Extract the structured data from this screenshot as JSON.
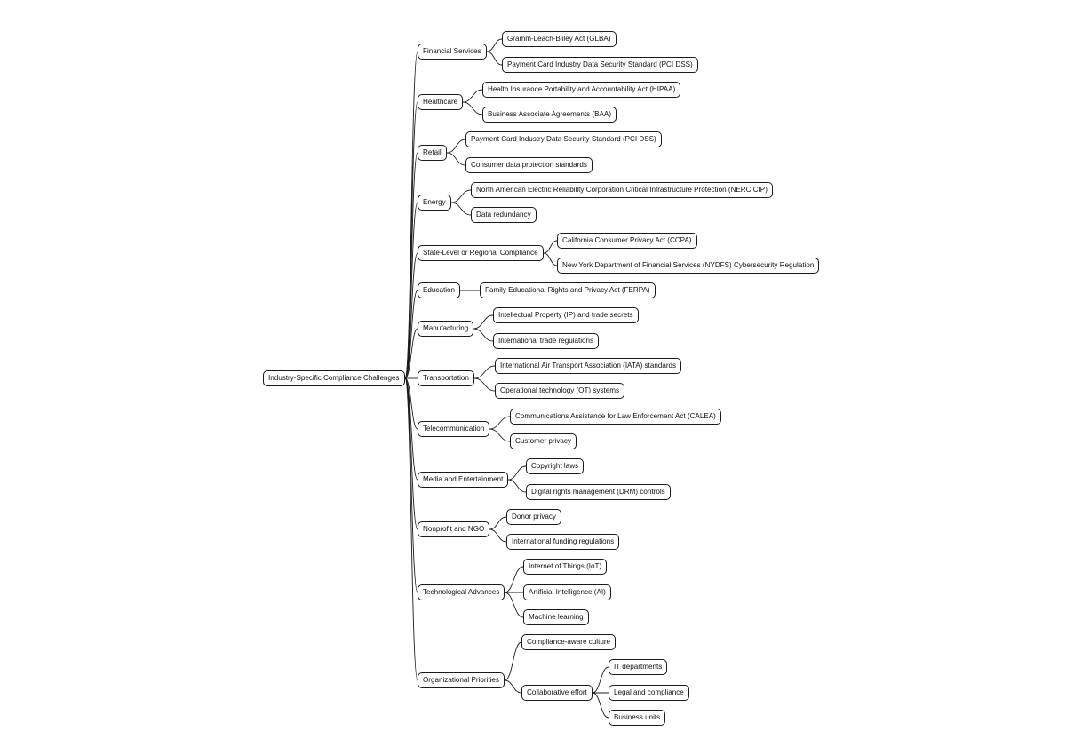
{
  "mindmap": {
    "root": {
      "label": "Industry-Specific Compliance Challenges",
      "children": [
        {
          "label": "Financial Services",
          "children": [
            {
              "label": "Gramm-Leach-Bliley Act (GLBA)"
            },
            {
              "label": "Payment Card Industry Data Security Standard (PCI DSS)"
            }
          ]
        },
        {
          "label": "Healthcare",
          "children": [
            {
              "label": "Health Insurance Portability and Accountability Act (HIPAA)"
            },
            {
              "label": "Business Associate Agreements (BAA)"
            }
          ]
        },
        {
          "label": "Retail",
          "children": [
            {
              "label": "Payment Card Industry Data Security Standard (PCI DSS)"
            },
            {
              "label": "Consumer data protection standards"
            }
          ]
        },
        {
          "label": "Energy",
          "children": [
            {
              "label": "North American Electric Reliability Corporation Critical Infrastructure Protection (NERC CIP)"
            },
            {
              "label": "Data redundancy"
            }
          ]
        },
        {
          "label": "State-Level or Regional Compliance",
          "children": [
            {
              "label": "California Consumer Privacy Act (CCPA)"
            },
            {
              "label": "New York Department of Financial Services (NYDFS) Cybersecurity Regulation"
            }
          ]
        },
        {
          "label": "Education",
          "children": [
            {
              "label": "Family Educational Rights and Privacy Act (FERPA)"
            }
          ]
        },
        {
          "label": "Manufacturing",
          "children": [
            {
              "label": "Intellectual Property (IP) and trade secrets"
            },
            {
              "label": "International trade regulations"
            }
          ]
        },
        {
          "label": "Transportation",
          "children": [
            {
              "label": "International Air Transport Association (IATA) standards"
            },
            {
              "label": "Operational technology (OT) systems"
            }
          ]
        },
        {
          "label": "Telecommunication",
          "children": [
            {
              "label": "Communications Assistance for Law Enforcement Act (CALEA)"
            },
            {
              "label": "Customer privacy"
            }
          ]
        },
        {
          "label": "Media and Entertainment",
          "children": [
            {
              "label": "Copyright laws"
            },
            {
              "label": "Digital rights management (DRM) controls"
            }
          ]
        },
        {
          "label": "Nonprofit and NGO",
          "children": [
            {
              "label": "Donor privacy"
            },
            {
              "label": "International funding regulations"
            }
          ]
        },
        {
          "label": "Technological Advances",
          "children": [
            {
              "label": "Internet of Things (IoT)"
            },
            {
              "label": "Artificial Intelligence (AI)"
            },
            {
              "label": "Machine learning"
            }
          ]
        },
        {
          "label": "Organizational Priorities",
          "children": [
            {
              "label": "Compliance-aware culture"
            },
            {
              "label": "Collaborative effort",
              "children": [
                {
                  "label": "IT departments"
                },
                {
                  "label": "Legal and compliance"
                },
                {
                  "label": "Business units"
                }
              ]
            }
          ]
        }
      ]
    }
  }
}
